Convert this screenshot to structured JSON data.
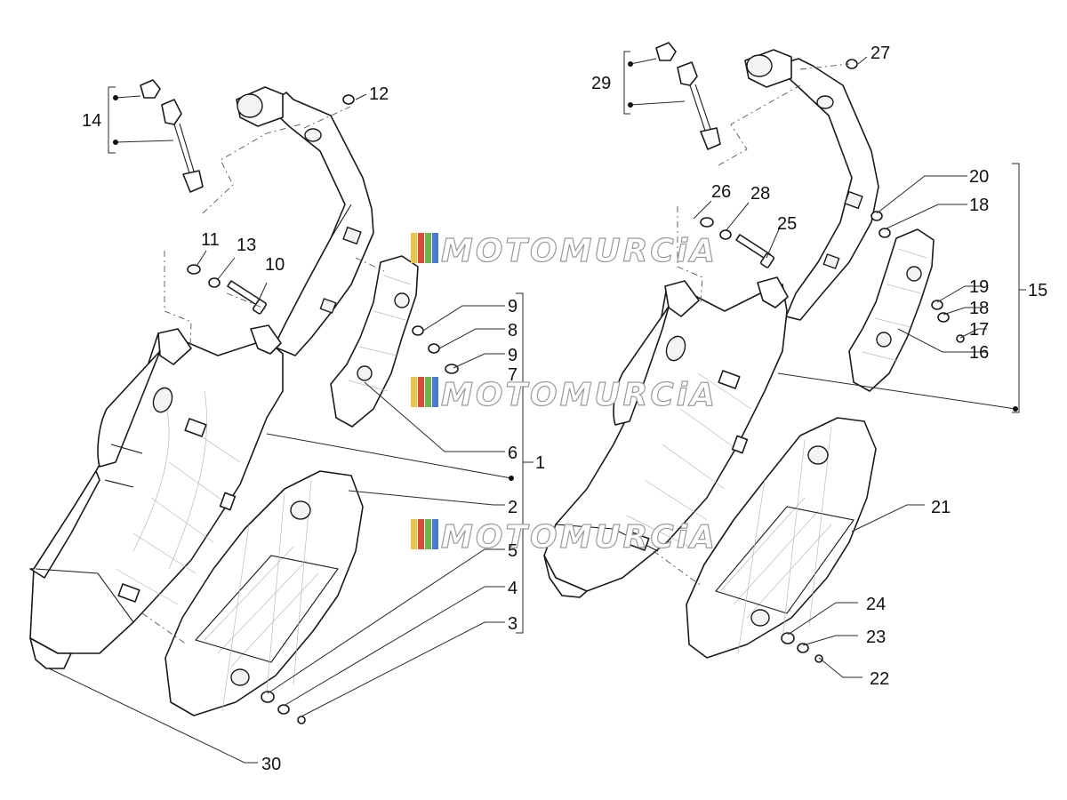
{
  "watermark": {
    "text": "MOTOMURCiA",
    "colors": [
      "#e8c64a",
      "#d94b3a",
      "#6cb64e",
      "#4a7bd4"
    ]
  },
  "callouts": {
    "n1": "1",
    "n2": "2",
    "n3": "3",
    "n4": "4",
    "n5": "5",
    "n6": "6",
    "n7": "7",
    "n8": "8",
    "n9a": "9",
    "n9b": "9",
    "n10": "10",
    "n11": "11",
    "n12": "12",
    "n13": "13",
    "n14": "14",
    "n15": "15",
    "n16": "16",
    "n17": "17",
    "n18a": "18",
    "n18b": "18",
    "n19": "19",
    "n20": "20",
    "n21": "21",
    "n22": "22",
    "n23": "23",
    "n24": "24",
    "n25": "25",
    "n26": "26",
    "n27": "27",
    "n28": "28",
    "n29": "29",
    "n30": "30"
  }
}
